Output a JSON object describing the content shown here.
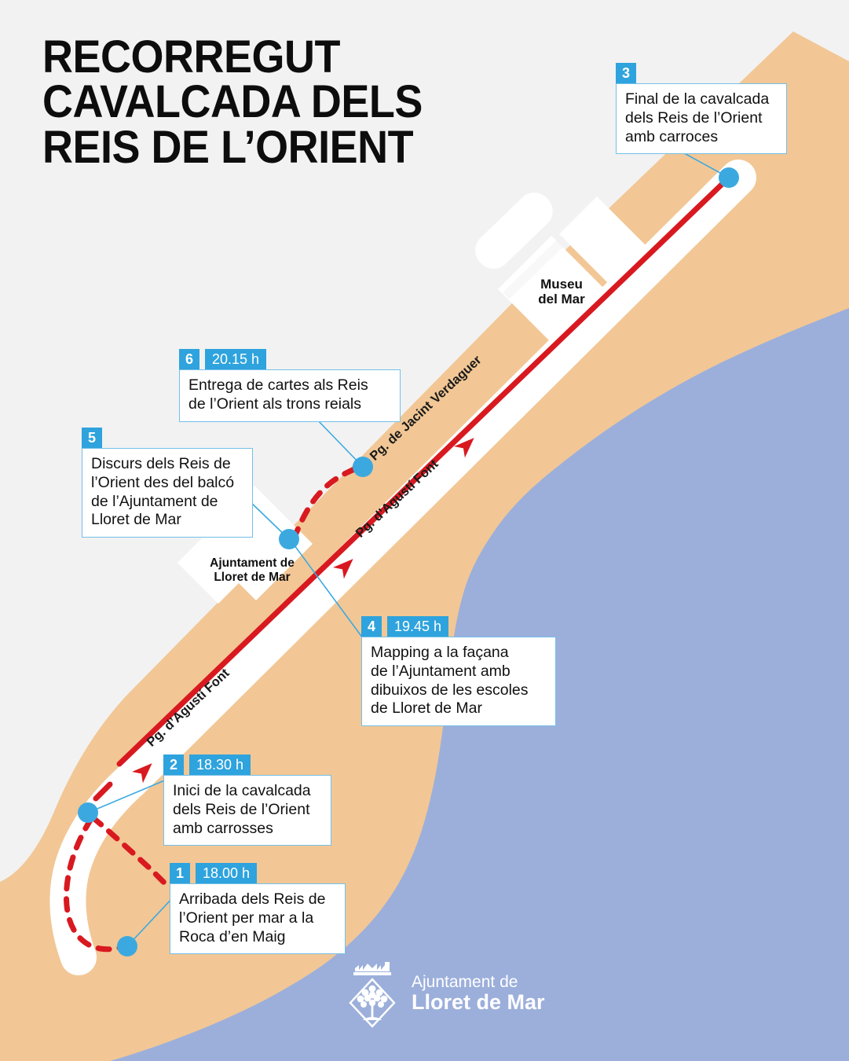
{
  "title": {
    "line1": "RECORREGUT",
    "line2": "CAVALCADA DELS",
    "line3": "REIS DE L’ORIENT"
  },
  "colors": {
    "background": "#f2f2f2",
    "sand": "#f2c795",
    "sea": "#9cafdb",
    "road": "#ffffff",
    "route_red": "#d81920",
    "marker_blue": "#3ba9e0",
    "badge_blue": "#2ea3dd",
    "callout_border": "#74c0e8",
    "text_dark": "#111111"
  },
  "callouts": [
    {
      "id": "3",
      "number": "3",
      "time": "",
      "lines": [
        "Final de la cavalcada",
        "dels Reis de l’Orient",
        "amb carroces"
      ]
    },
    {
      "id": "6",
      "number": "6",
      "time": "20.15 h",
      "lines": [
        "Entrega de cartes als Reis",
        "de l’Orient als trons reials"
      ]
    },
    {
      "id": "5",
      "number": "5",
      "time": "",
      "lines": [
        "Discurs dels Reis de",
        "l’Orient des del balcó",
        "de l’Ajuntament de",
        "Lloret de Mar"
      ]
    },
    {
      "id": "4",
      "number": "4",
      "time": "19.45 h",
      "lines": [
        "Mapping a la façana",
        "de l’Ajuntament amb",
        "dibuixos de les escoles",
        "de Lloret de Mar"
      ]
    },
    {
      "id": "2",
      "number": "2",
      "time": "18.30 h",
      "lines": [
        "Inici de la cavalcada",
        "dels Reis de l’Orient",
        "amb carrosses"
      ]
    },
    {
      "id": "1",
      "number": "1",
      "time": "18.00 h",
      "lines": [
        "Arribada dels Reis de",
        "l’Orient per mar a la",
        "Roca d’en Maig"
      ]
    }
  ],
  "map_labels": {
    "museum": {
      "line1": "Museu",
      "line2": "del Mar"
    },
    "townhall": {
      "line1": "Ajuntament de",
      "line2": "Lloret de Mar"
    }
  },
  "street_labels": [
    {
      "id": "verdaguer",
      "text": "Pg. de Jacint Verdaguer"
    },
    {
      "id": "agusti-font-upper",
      "text": "Pg. d’Agustí Font"
    },
    {
      "id": "agusti-font-lower",
      "text": "Pg. d’Agustí Font"
    }
  ],
  "logo": {
    "line1": "Ajuntament de",
    "line2": "Lloret de Mar",
    "crown_icon": "crown-icon",
    "tree_icon": "tree-emblem-icon"
  }
}
